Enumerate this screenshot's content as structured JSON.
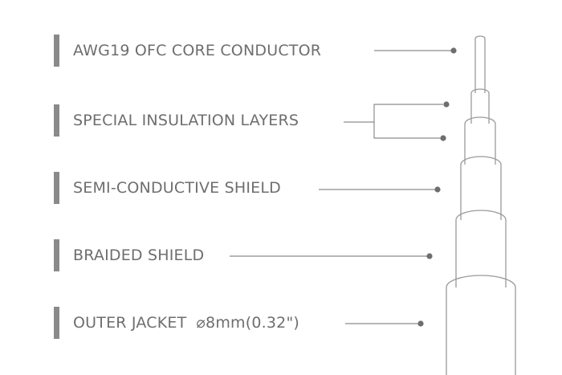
{
  "labels": [
    {
      "text": "AWG19 OFC CORE CONDUCTOR"
    },
    {
      "text": "SPECIAL INSULATION LAYERS"
    },
    {
      "text": "SEMI-CONDUCTIVE SHIELD"
    },
    {
      "text": "BRAIDED SHIELD"
    },
    {
      "text": "OUTER JACKET",
      "suffix": "⌀8mm(0.32\")"
    }
  ],
  "colors": {
    "label_text": "#6e6e6e",
    "label_bar": "#8a8a8a",
    "leader_line": "#8c8c8c",
    "cable_outline": "#9a9a9a"
  }
}
